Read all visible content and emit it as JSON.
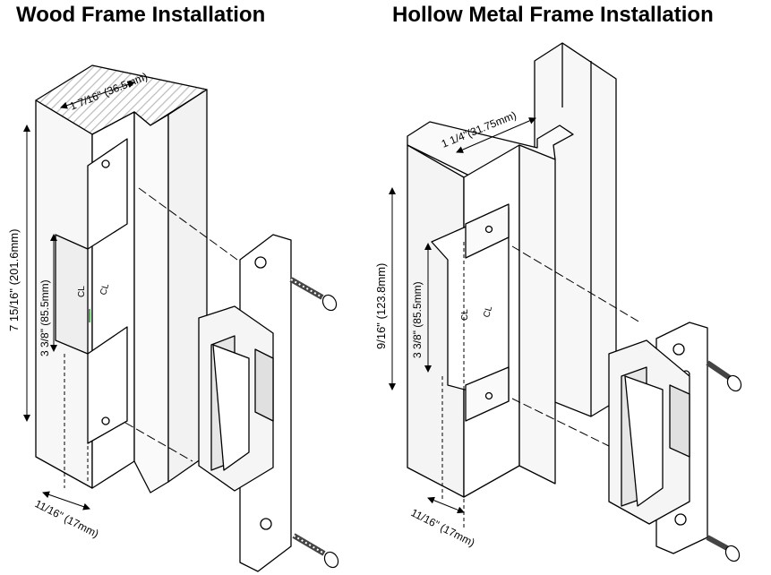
{
  "titles": {
    "wood": "Wood Frame Installation",
    "metal": "Hollow Metal Frame Installation"
  },
  "wood": {
    "frame_width": "1 7/16\" (36.5mm)",
    "overall_height": "7 15/16\" (201.6mm)",
    "strike_height": "3 3/8\" (85.5mm)",
    "setback": "11/16\" (17mm)",
    "centerline_a": "CL",
    "centerline_b": "CL"
  },
  "metal": {
    "frame_width": "1 1/4\"(31.75mm)",
    "overall_height": "9/16\" (123.8mm)",
    "strike_height": "3 3/8\" (85.5mm)",
    "setback": "11/16\" (17mm)",
    "centerline_a": "CL",
    "centerline_b": "CL"
  },
  "colors": {
    "line": "#000000",
    "panel_fill": "#f4f4f4",
    "face_fill": "#ffffff",
    "hatch": "#c8c8c8",
    "centerline_accent": "#4caf50"
  }
}
